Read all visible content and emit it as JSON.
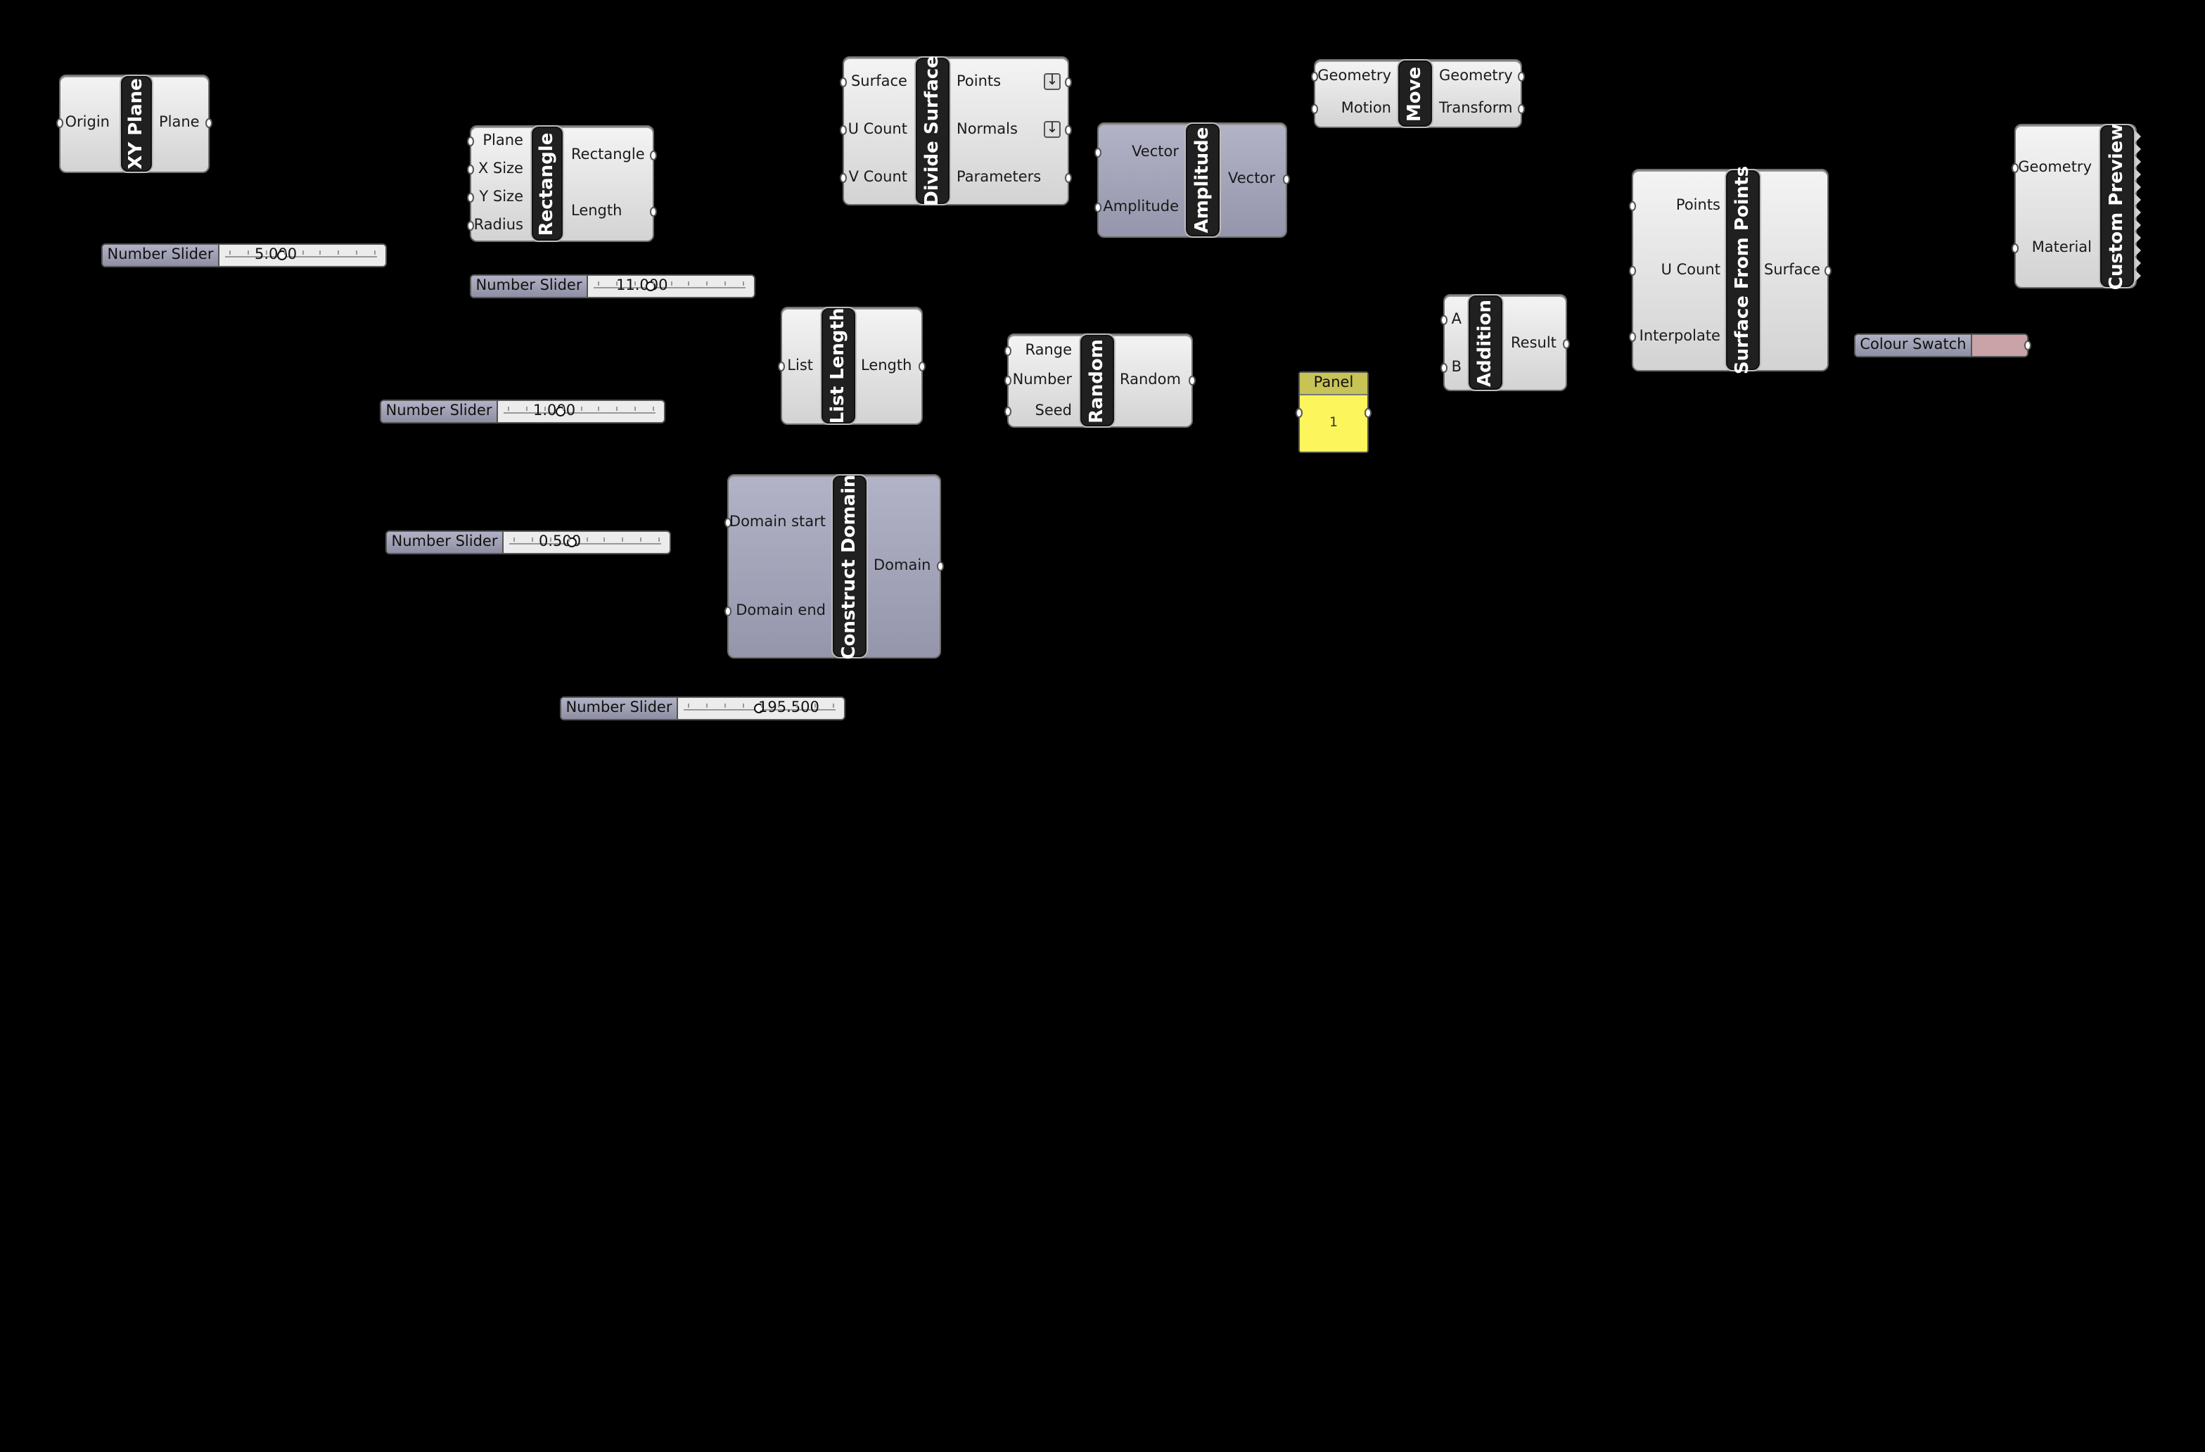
{
  "components": {
    "xy_plane": {
      "nickname": "XY Plane",
      "inputs": [
        "Origin"
      ],
      "outputs": [
        "Plane"
      ]
    },
    "rectangle": {
      "nickname": "Rectangle",
      "inputs": [
        "Plane",
        "X Size",
        "Y Size",
        "Radius"
      ],
      "outputs": [
        "Rectangle",
        "Length"
      ]
    },
    "divide_surface": {
      "nickname": "Divide Surface",
      "inputs": [
        "Surface",
        "U Count",
        "V Count"
      ],
      "outputs": [
        "Points",
        "Normals",
        "Parameters"
      ]
    },
    "amplitude": {
      "nickname": "Amplitude",
      "inputs": [
        "Vector",
        "Amplitude"
      ],
      "outputs": [
        "Vector"
      ]
    },
    "move": {
      "nickname": "Move",
      "inputs": [
        "Geometry",
        "Motion"
      ],
      "outputs": [
        "Geometry",
        "Transform"
      ]
    },
    "list_length": {
      "nickname": "List Length",
      "inputs": [
        "List"
      ],
      "outputs": [
        "Length"
      ]
    },
    "random": {
      "nickname": "Random",
      "inputs": [
        "Range",
        "Number",
        "Seed"
      ],
      "outputs": [
        "Random"
      ]
    },
    "addition": {
      "nickname": "Addition",
      "inputs": [
        "A",
        "B"
      ],
      "outputs": [
        "Result"
      ]
    },
    "construct_domain": {
      "nickname": "Construct Domain",
      "inputs": [
        "Domain start",
        "Domain end"
      ],
      "outputs": [
        "Domain"
      ]
    },
    "surface_from_points": {
      "nickname": "Surface From Points",
      "inputs": [
        "Points",
        "U Count",
        "Interpolate"
      ],
      "outputs": [
        "Surface"
      ]
    },
    "custom_preview": {
      "nickname": "Custom Preview",
      "inputs": [
        "Geometry",
        "Material"
      ],
      "outputs": []
    }
  },
  "sliders": [
    {
      "name": "Number Slider",
      "value": "5.000",
      "position": 0.36
    },
    {
      "name": "Number Slider",
      "value": "11.000",
      "position": 0.36
    },
    {
      "name": "Number Slider",
      "value": "1.000",
      "position": 0.36
    },
    {
      "name": "Number Slider",
      "value": "0.500",
      "position": 0.4
    },
    {
      "name": "Number Slider",
      "value": "195.500",
      "position": 0.48
    }
  ],
  "panel": {
    "title": "Panel",
    "value": "1",
    "color": "#fdf55c"
  },
  "colour_swatch": {
    "name": "Colour Swatch",
    "color": "#c9a3a8"
  },
  "icons": {
    "points_flag": "flatten-arrow-icon",
    "normals_flag": "flatten-arrow-icon"
  }
}
